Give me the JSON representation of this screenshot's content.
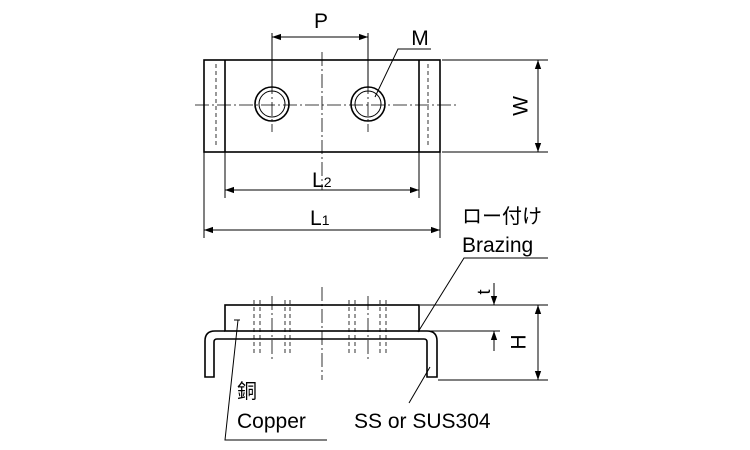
{
  "title": "Copper conductor block with brazed stainless clip — dimension drawing",
  "labels": {
    "pitch": "P",
    "thread": "M",
    "width": "W",
    "length2_base": "L",
    "length2_sub": "2",
    "length1_base": "L",
    "length1_sub": "1",
    "thickness": "t",
    "height": "H",
    "brazing_jp": "ロー付け",
    "brazing_en": "Brazing",
    "copper_jp": "銅",
    "copper_en": "Copper",
    "clip_material": "SS or SUS304"
  },
  "colors": {
    "line": "#000000",
    "background": "#ffffff"
  }
}
